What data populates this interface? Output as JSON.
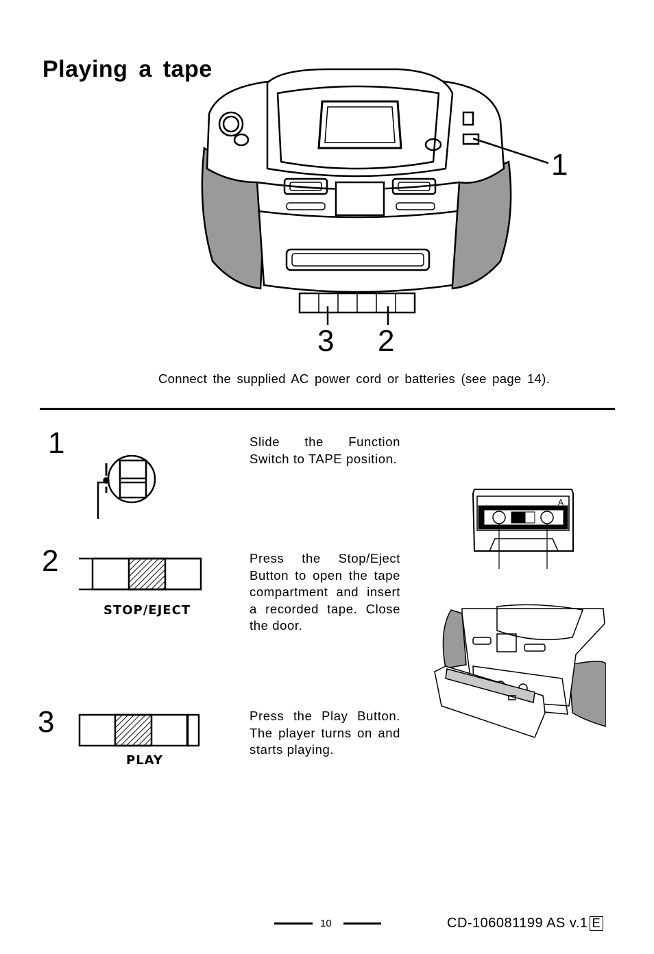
{
  "page": {
    "title": "Playing a tape",
    "intro": "Connect the supplied AC power cord or batteries (see page 14).",
    "callouts": {
      "c1": "1",
      "c2": "2",
      "c3": "3"
    }
  },
  "steps": [
    {
      "number": "1",
      "text": "Slide the Function Switch to TAPE position."
    },
    {
      "number": "2",
      "text": "Press the Stop/Eject Button to open the tape compartment and insert a recorded tape. Close the door.",
      "button_label": "STOP/EJECT"
    },
    {
      "number": "3",
      "text": "Press the Play Button. The player turns on and starts playing.",
      "button_label": "PLAY"
    }
  ],
  "cassette": {
    "side_label": "A"
  },
  "footer": {
    "page_number": "10",
    "code": "CD-106081199 AS v.1",
    "lang_badge": "E"
  }
}
